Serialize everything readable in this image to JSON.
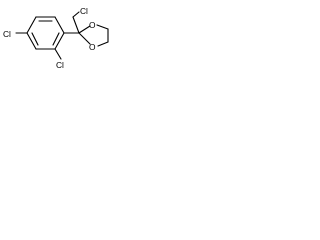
{
  "molecule": {
    "atoms": {
      "cl_chloromethyl": "Cl",
      "cl_para": "Cl",
      "cl_ortho": "Cl",
      "o_upper": "O",
      "o_lower": "O"
    }
  }
}
